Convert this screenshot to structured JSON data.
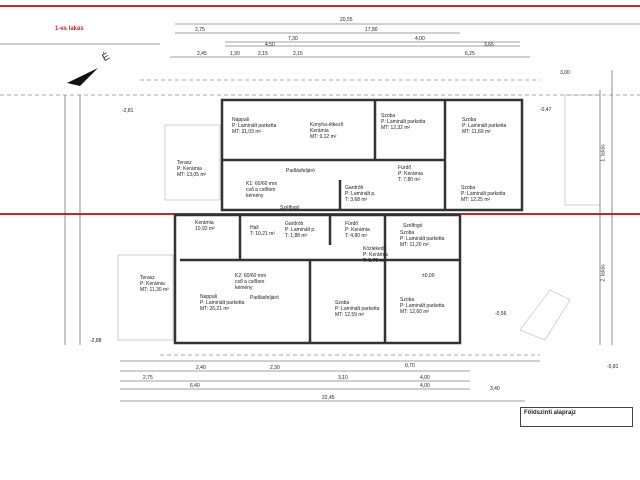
{
  "unit_label": "1-es lakás",
  "north_label": "É",
  "title": "Földszinti alaprajz",
  "side_labels": [
    "1. lakás",
    "2. lakás"
  ],
  "colors": {
    "section_line": "#c0282a",
    "lines": "#333333"
  },
  "dims_top": [
    "20,55",
    "17,80",
    "2,75",
    "7,30",
    "4,50",
    "2,45",
    "1,30",
    "2,15",
    "2,15",
    "4,00",
    "3,65",
    "6,25",
    "3,00"
  ],
  "dims_bottom": [
    "22,45",
    "2,75",
    "6,40",
    "2,40",
    "2,30",
    "3,10",
    "4,00",
    "3,40",
    "0,70",
    "4,00"
  ],
  "levels": [
    "-2,81",
    "-0,47",
    "-0,56",
    "-2,88",
    "-0,81",
    "±0,00"
  ],
  "rooms": [
    {
      "name": "Nappali",
      "floor": "P: Laminált parketta",
      "area": "MT:      31,03 m²"
    },
    {
      "name": "Konyha-étkező",
      "floor": "Kerámia",
      "area": "MT:    9,12 m²"
    },
    {
      "name": "Szoba",
      "floor": "P: Laminált parketta",
      "area": "MT:      12,32 m²"
    },
    {
      "name": "Szoba",
      "floor": "P: Laminált parketta",
      "area": "MT:      11,69 m²"
    },
    {
      "name": "Terasz",
      "floor": "P:   Kerámia",
      "area": "MT:  13,05 m²"
    },
    {
      "name": "Gardrób",
      "floor": "P: Laminált p.",
      "area": "T:     3,68 m²"
    },
    {
      "name": "Szoba",
      "floor": "P: Laminált parketta",
      "area": "MT:      12,25 m²"
    },
    {
      "name": "Fürdő",
      "floor": "P: Kerámia",
      "area": "T:  7,80 m²"
    },
    {
      "name": "Kerámia",
      "floor": "",
      "area": "10,92 m²"
    },
    {
      "name": "Hall",
      "floor": "",
      "area": "T: 10,21 m²"
    },
    {
      "name": "Gardrób",
      "floor": "P: Laminált p.",
      "area": "T:  1,88 m²"
    },
    {
      "name": "Fürdő",
      "floor": "P: Kerámia",
      "area": "T:  4,80 m²"
    },
    {
      "name": "Szoba",
      "floor": "P: Laminált parketta",
      "area": "MT:      11,20 m²"
    },
    {
      "name": "Közlekedő",
      "floor": "P: Kerámia",
      "area": "T:  5,79 m²"
    },
    {
      "name": "Terasz",
      "floor": "P:  Kerámia",
      "area": "MT: 11,30 m²"
    },
    {
      "name": "Nappali",
      "floor": "P: Laminált parketta",
      "area": "MT:      26,21 m²"
    },
    {
      "name": "Szoba",
      "floor": "P: Laminált parketta",
      "area": "MT:      12,59 m²"
    },
    {
      "name": "Szoba",
      "floor": "P: Laminált parketta",
      "area": "MT:      12,60 m²"
    }
  ],
  "notes": [
    "Padlásfeljáró",
    "K1: 60/60 mm",
    "cső a csőben",
    "kémény",
    "K2: 60/60 mm",
    "cső a csőben",
    "kémény",
    "Padlásfeljáró",
    "Szélfogó",
    "Szélfogó"
  ]
}
